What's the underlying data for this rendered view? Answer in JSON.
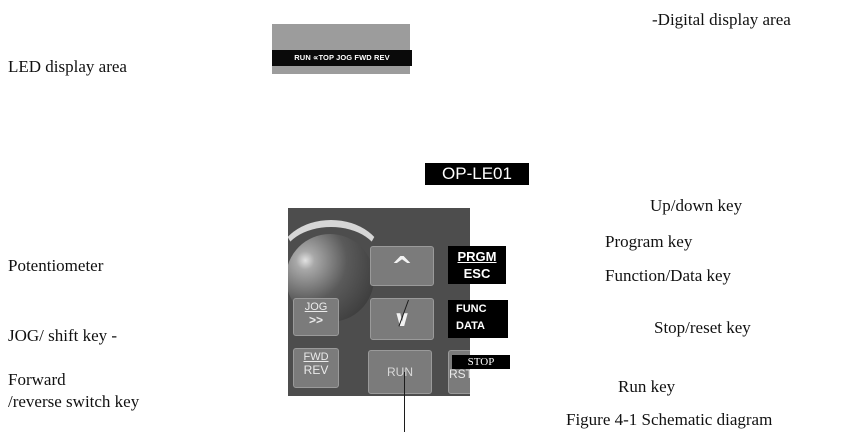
{
  "labels": {
    "digital_display_area": "-Digital display area",
    "led_display_area": "LED display area",
    "potentiometer": "Potentiometer",
    "jog_shift_key": "JOG/ shift key -",
    "forward": "Forward",
    "reverse_switch_key": "/reverse switch key",
    "up_down_key": "Up/down key",
    "program_key": "Program key",
    "function_data_key": "Function/Data key",
    "stop_reset_key": "Stop/reset key",
    "run_key": "Run key",
    "caption": "Figure 4-1 Schematic diagram"
  },
  "led_strip": "RUN ∝TOP JOG FWD REV",
  "model": "OP-LE01",
  "keys": {
    "up_glyph": "^",
    "down_glyph": "∨",
    "jog_top": "JOG",
    "jog_bottom": ">>",
    "fwd_top": "FWD",
    "fwd_bottom": "REV",
    "run": "RUN",
    "prgm_top": "PRGM",
    "prgm_bottom": "ESC",
    "func_top": "FUNC",
    "func_bottom": "DATA",
    "stop_top": "STOP",
    "stop_bottom": "RST"
  }
}
